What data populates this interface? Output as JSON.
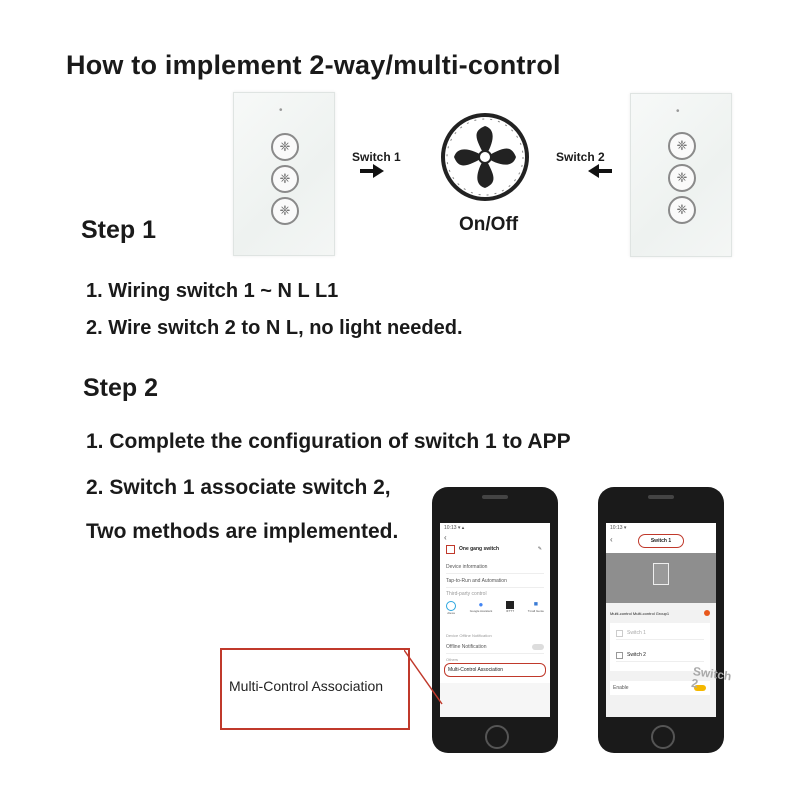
{
  "title": "How to implement 2-way/multi-control",
  "diagram": {
    "switch1_label": "Switch 1",
    "switch2_label": "Switch 2",
    "fan_label": "On/Off"
  },
  "step1": {
    "heading": "Step 1",
    "lines": [
      "1. Wiring switch 1 ~ N L L1",
      "2. Wire switch 2 to N L, no light needed."
    ]
  },
  "step2": {
    "heading": "Step 2",
    "lines": [
      "1. Complete the configuration of switch 1 to APP",
      "2. Switch 1 associate switch 2,",
      "Two methods are implemented."
    ]
  },
  "phone1": {
    "device_name": "One gang switch",
    "items": [
      "Device information",
      "Tap-to-Run and Automation"
    ],
    "section_third": "Third-party control",
    "services": [
      "Alexa",
      "Google Assistant",
      "IFTTT",
      "Tmall Genie"
    ],
    "section_offline": "Device Offline Notification",
    "offline_item": "Offline Notification",
    "section_others": "Others",
    "multi_item": "Multi-Control Association"
  },
  "phone2": {
    "header": "Switch 1",
    "group_label": "Multi-control Multi-control Group1",
    "rows": [
      "Switch 1",
      "Switch 2"
    ],
    "enable_label": "Enable",
    "overlay_label": "Switch 2"
  },
  "callout": "Multi-Control Association",
  "colors": {
    "accent_red": "#c0392b",
    "toggle_on": "#f5b800"
  }
}
